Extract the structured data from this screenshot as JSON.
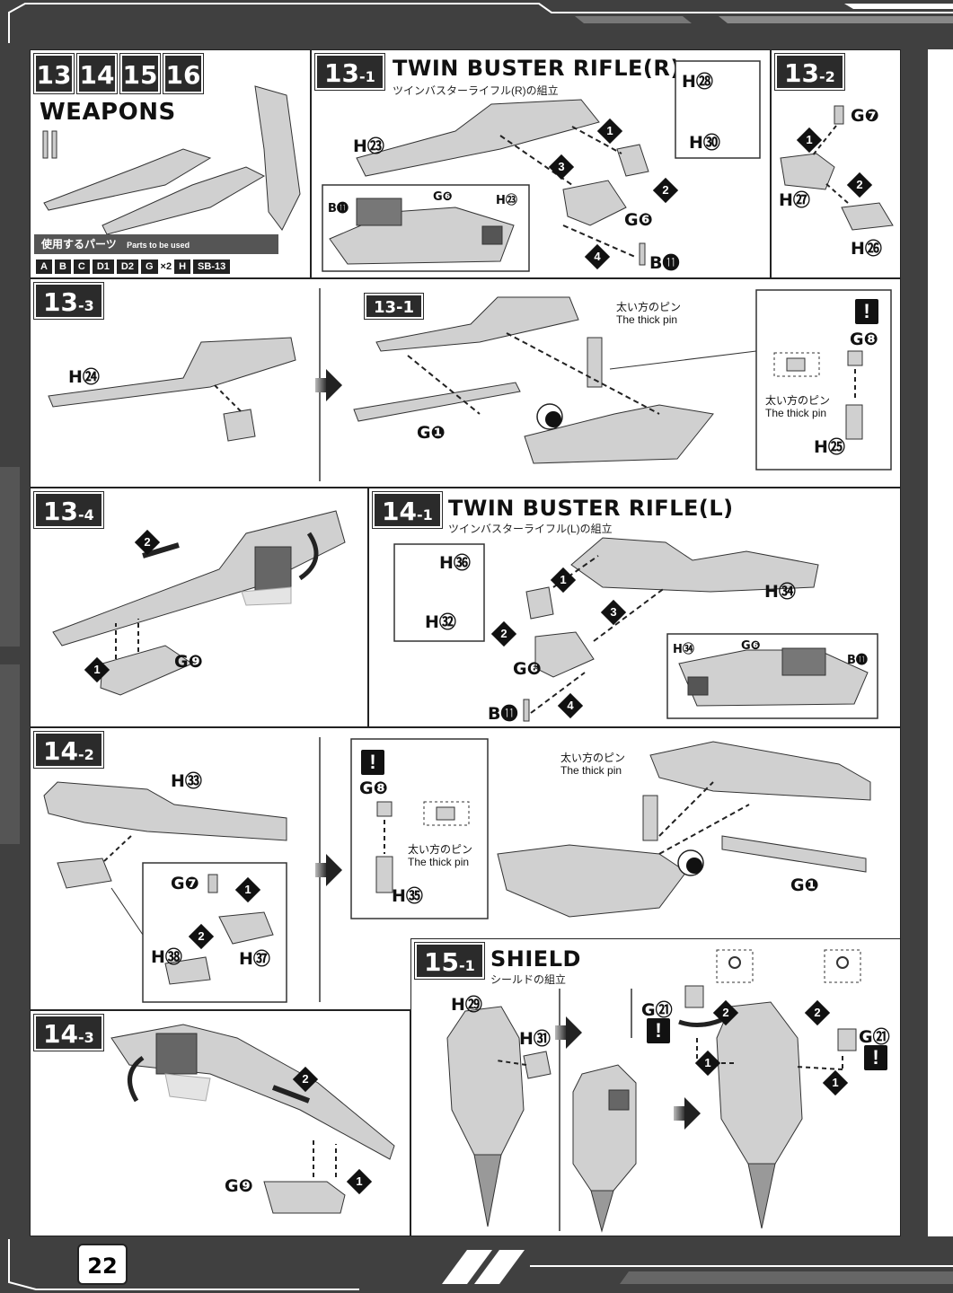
{
  "page_number": "22",
  "section": {
    "step_numbers": [
      "13",
      "14",
      "15",
      "16"
    ],
    "title": "WEAPONS",
    "parts_label_ja": "使用するパーツ",
    "parts_label_en": "Parts to be used",
    "parts": [
      "A",
      "B",
      "C",
      "D1",
      "D2",
      "G",
      "×2",
      "H",
      "SB-13"
    ]
  },
  "steps": {
    "s13_1": {
      "badge": "13",
      "sub": "-1",
      "title": "TWIN BUSTER RIFLE(R)",
      "subtitle": "ツインバスターライフル(R)の組立",
      "labels": [
        "H㉓",
        "H㉘",
        "H㉚",
        "G❻",
        "B⓫",
        "B⓫",
        "G❻",
        "H㉓"
      ],
      "nums": [
        "1",
        "2",
        "3",
        "4"
      ]
    },
    "s13_2": {
      "badge": "13",
      "sub": "-2",
      "labels": [
        "G❼",
        "H㉗",
        "H㉖"
      ],
      "nums": [
        "1",
        "2"
      ]
    },
    "s13_3": {
      "badge": "13",
      "sub": "-3",
      "labels": [
        "H㉔",
        "G❶",
        "G❽",
        "H㉕"
      ],
      "ref": "13-1",
      "note_ja": "太い方のピン",
      "note_en": "The thick pin"
    },
    "s13_4": {
      "badge": "13",
      "sub": "-4",
      "labels": [
        "G❾"
      ],
      "nums": [
        "1",
        "2"
      ]
    },
    "s14_1": {
      "badge": "14",
      "sub": "-1",
      "title": "TWIN BUSTER RIFLE(L)",
      "subtitle": "ツインバスターライフル(L)の組立",
      "labels": [
        "H㊱",
        "H㉜",
        "H㉞",
        "G❻",
        "B⓫",
        "H㉞",
        "G❻",
        "B⓫"
      ],
      "nums": [
        "1",
        "2",
        "3",
        "4"
      ]
    },
    "s14_2": {
      "badge": "14",
      "sub": "-2",
      "labels": [
        "H㉝",
        "G❼",
        "H㊳",
        "H㊲",
        "G❽",
        "H㉟",
        "G❶"
      ],
      "nums": [
        "1",
        "2"
      ],
      "note_ja": "太い方のピン",
      "note_en": "The thick pin"
    },
    "s14_3": {
      "badge": "14",
      "sub": "-3",
      "labels": [
        "G❾"
      ],
      "nums": [
        "1",
        "2"
      ]
    },
    "s15_1": {
      "badge": "15",
      "sub": "-1",
      "title": "SHIELD",
      "subtitle": "シールドの組立",
      "labels": [
        "H㉙",
        "H㉛",
        "G㉑",
        "G㉑"
      ],
      "nums": [
        "1",
        "2"
      ]
    }
  },
  "warning_glyph": "!",
  "colors": {
    "frame": "#404040",
    "ink": "#222222",
    "part_fill": "#d0d0d0"
  }
}
